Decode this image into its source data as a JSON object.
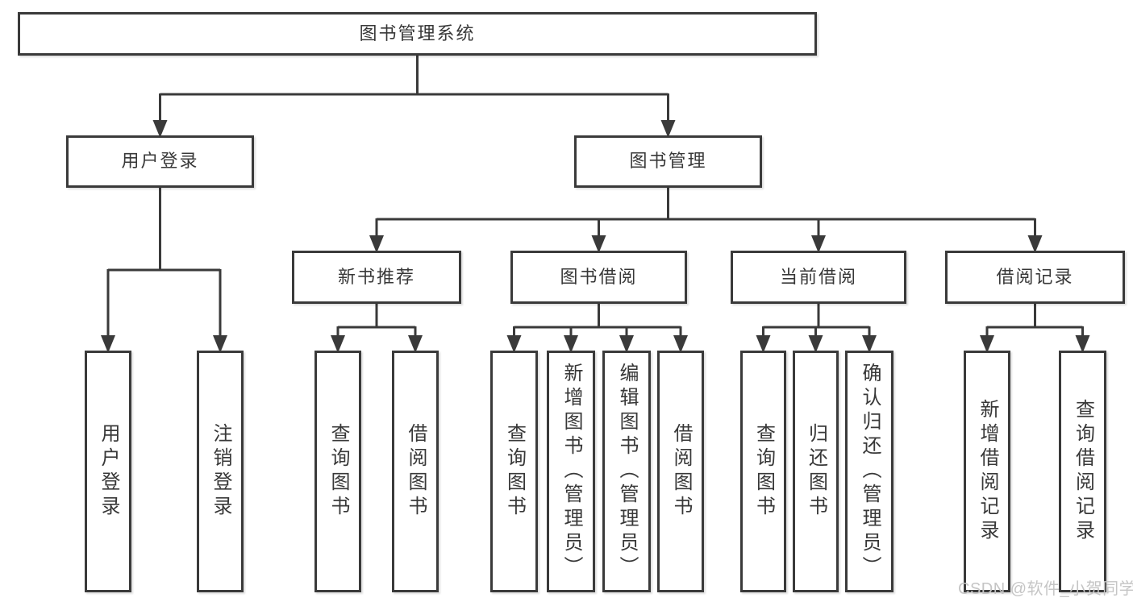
{
  "colors": {
    "line": "#3a3a3a",
    "text": "#383838",
    "watermark": "#c5c5c5",
    "background": "#ffffff"
  },
  "watermark": "CSDN @软件_小贺同学",
  "nodes": [
    {
      "id": "root",
      "parent": null,
      "label": "图书管理系统"
    },
    {
      "id": "user-login",
      "parent": "root",
      "label": "用户登录"
    },
    {
      "id": "book-mgmt",
      "parent": "root",
      "label": "图书管理"
    },
    {
      "id": "new-book-rec",
      "parent": "book-mgmt",
      "label": "新书推荐"
    },
    {
      "id": "book-borrow",
      "parent": "book-mgmt",
      "label": "图书借阅"
    },
    {
      "id": "current-borrow",
      "parent": "book-mgmt",
      "label": "当前借阅"
    },
    {
      "id": "borrow-records",
      "parent": "book-mgmt",
      "label": "借阅记录"
    },
    {
      "id": "leaf-user-login",
      "parent": "user-login",
      "label": "用户登录"
    },
    {
      "id": "leaf-logout",
      "parent": "user-login",
      "label": "注销登录"
    },
    {
      "id": "nb-query",
      "parent": "new-book-rec",
      "label": "查询图书"
    },
    {
      "id": "nb-borrow",
      "parent": "new-book-rec",
      "label": "借阅图书"
    },
    {
      "id": "bb-query",
      "parent": "book-borrow",
      "label": "查询图书"
    },
    {
      "id": "bb-add",
      "parent": "book-borrow",
      "label": "新增图书（管理员）"
    },
    {
      "id": "bb-edit",
      "parent": "book-borrow",
      "label": "编辑图书（管理员）"
    },
    {
      "id": "bb-borrow",
      "parent": "book-borrow",
      "label": "借阅图书"
    },
    {
      "id": "cb-query",
      "parent": "current-borrow",
      "label": "查询图书"
    },
    {
      "id": "cb-return",
      "parent": "current-borrow",
      "label": "归还图书"
    },
    {
      "id": "cb-confirm",
      "parent": "current-borrow",
      "label": "确认归还（管理员）"
    },
    {
      "id": "br-add",
      "parent": "borrow-records",
      "label": "新增借阅记录"
    },
    {
      "id": "br-query",
      "parent": "borrow-records",
      "label": "查询借阅记录"
    }
  ]
}
